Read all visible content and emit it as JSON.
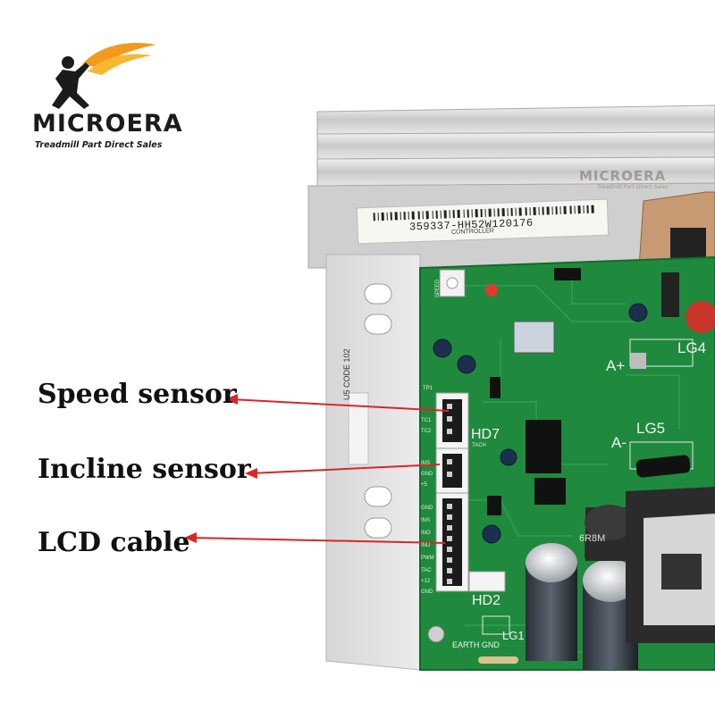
{
  "logo": {
    "brand": "MICROERA",
    "tagline": "Treadmill Part Direct Sales"
  },
  "watermark": {
    "brand": "MICROERA",
    "tagline": "Treadmill Part Direct Sales"
  },
  "callouts": [
    {
      "label": "Speed sensor"
    },
    {
      "label": "Incline sensor"
    },
    {
      "label": "LCD cable"
    }
  ],
  "sticker": {
    "serial": "359337-HH52W120176",
    "sub": "CONTROLLER"
  },
  "case_label": "U5 CODE 102",
  "board_labels": {
    "hd7": "HD7",
    "hd2": "HD2",
    "lg4": "LG4",
    "lg5": "LG5",
    "lg1": "LG1",
    "a_plus": "A+",
    "a_minus": "A-",
    "earth_gnd": "EARTH GND",
    "inductor": "6R8M",
    "tach": "TACH",
    "speed": "SPEED",
    "tp1": "TP1"
  },
  "pin_labels": [
    "TC1",
    "TC2",
    "INS",
    "GND",
    "+5",
    "GND",
    "INS",
    "INO",
    "INU",
    "PWM",
    "TAC",
    "+12",
    "GND"
  ],
  "colors": {
    "pcb_green": "#1f8a3e",
    "arrow_red": "#d8262a",
    "heatsink": "#d9d9d9",
    "logo_orange": "#f29a1d"
  }
}
